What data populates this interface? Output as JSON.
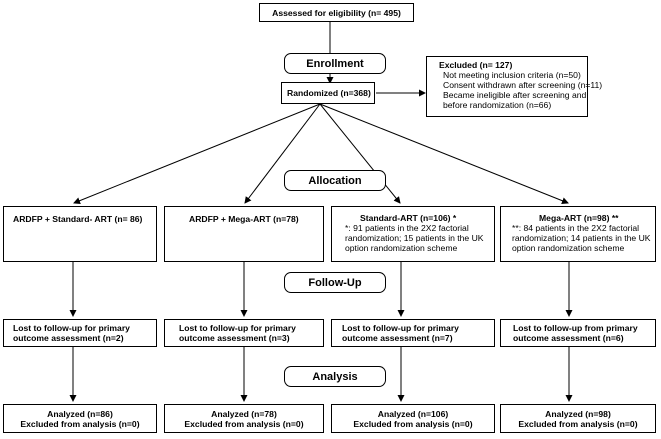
{
  "assessed": "Assessed for eligibility (n= 495)",
  "enrollment": "Enrollment",
  "randomized": "Randomized (n=368)",
  "excluded": {
    "title": "Excluded (n= 127)",
    "lines": [
      "Not meeting inclusion criteria (n=50)",
      "Consent withdrawn after screening (n=11)",
      "Became ineligible after screening and",
      "before randomization (n=66)"
    ]
  },
  "allocation": "Allocation",
  "follow_up": "Follow-Up",
  "analysis": "Analysis",
  "arms": [
    {
      "name": "ARDFP + Standard- ART (n= 86)",
      "note": [],
      "lost": [
        "Lost to follow-up for primary",
        "outcome assessment (n=2)"
      ],
      "analyzed": [
        "Analyzed (n=86)",
        "Excluded from analysis (n=0)"
      ]
    },
    {
      "name": "ARDFP + Mega-ART (n=78)",
      "note": [],
      "lost": [
        "Lost to follow-up for primary",
        "outcome assessment (n=3)"
      ],
      "analyzed": [
        "Analyzed (n=78)",
        "Excluded from analysis (n=0)"
      ]
    },
    {
      "name": "Standard-ART (n=106) *",
      "note": [
        "*: 91 patients in the 2X2 factorial",
        "randomization; 15 patients in the UK",
        "option randomization scheme"
      ],
      "lost": [
        "Lost to follow-up for primary",
        "outcome assessment (n=7)"
      ],
      "analyzed": [
        "Analyzed (n=106)",
        "Excluded from analysis (n=0)"
      ]
    },
    {
      "name": "Mega-ART (n=98) **",
      "note": [
        "**: 84 patients in the 2X2 factorial",
        "randomization; 14 patients in the UK",
        "option randomization scheme"
      ],
      "lost": [
        "Lost to follow-up from primary",
        "outcome assessment (n=6)"
      ],
      "analyzed": [
        "Analyzed (n=98)",
        "Excluded from analysis (n=0)"
      ]
    }
  ]
}
